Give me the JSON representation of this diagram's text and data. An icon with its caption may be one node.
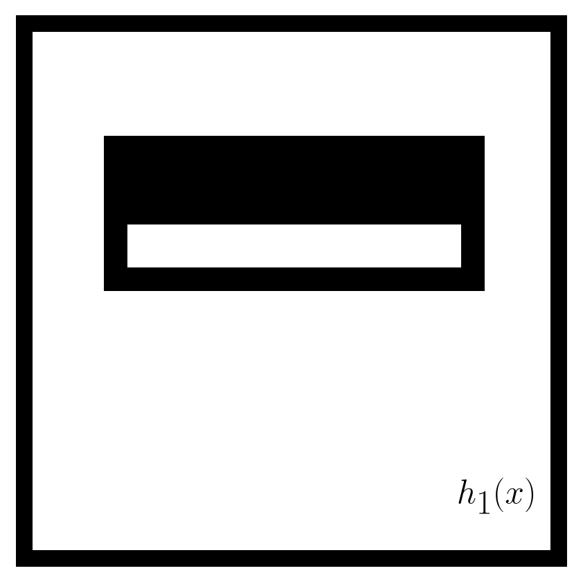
{
  "diagram": {
    "nodes": [
      {
        "text": [
          "h_1(x)"
        ]
      },
      {
        "text": [],
        "shape": "box",
        "in": 0
      }
    ]
  }
}
